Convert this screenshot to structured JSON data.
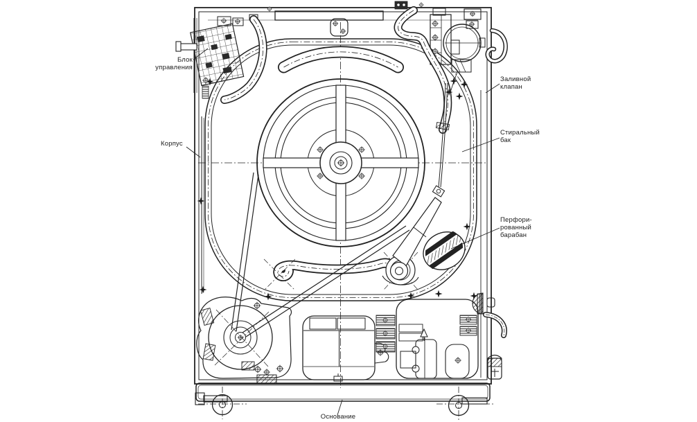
{
  "diagram": {
    "labels": {
      "control_unit": {
        "l1": "Блок",
        "l2": "управления"
      },
      "body": {
        "l1": "Корпус"
      },
      "fill_valve": {
        "l1": "Заливной",
        "l2": "клапан"
      },
      "wash_tub": {
        "l1": "Стиральный",
        "l2": "бак"
      },
      "perforated_drum": {
        "l1": "Перфори-",
        "l2": "рованный",
        "l3": "барабан"
      },
      "base": {
        "l1": "Основание"
      }
    },
    "colors": {
      "background": "#ffffff",
      "line": "#222222",
      "label_text": "#1a1a1a"
    }
  }
}
